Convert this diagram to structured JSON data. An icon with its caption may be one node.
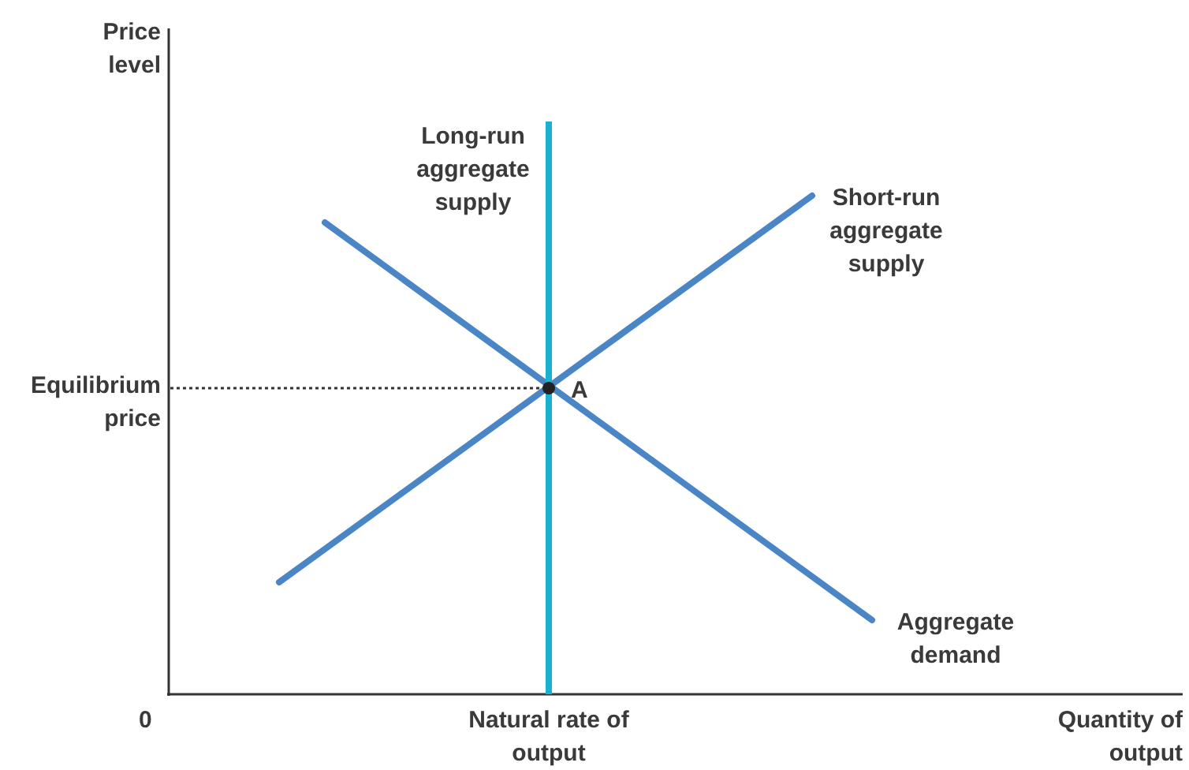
{
  "diagram": {
    "labels": [
      "Price level",
      "Long-run aggregate supply",
      "Short-run aggregate supply",
      "Equilibrium price",
      "A",
      "Aggregate demand",
      "0",
      "Natural rate of output",
      "Quantity of output"
    ]
  }
}
